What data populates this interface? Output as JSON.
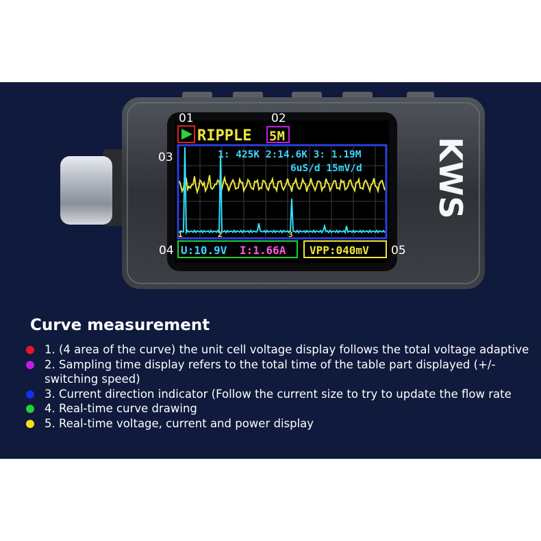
{
  "device": {
    "brand_logo": "KWS",
    "callouts": [
      "01",
      "02",
      "03",
      "04",
      "05"
    ],
    "screen": {
      "mode_label": "RIPPLE",
      "sample_label": "5M",
      "freq_readout": "1: 425K 2:14.6K 3: 1.19M",
      "scale_readout": "6uS/d 15mV/d",
      "voltage_readout": "U:10.9V",
      "current_readout": "I:1.66A",
      "vpp_readout": "VPP:040mV",
      "markers": [
        "1",
        "2",
        "3"
      ]
    }
  },
  "section": {
    "title": "Curve measurement",
    "items": [
      {
        "text": "1. (4 area of the curve) the unit cell voltage display follows the total voltage adaptive",
        "color": "#e8142a"
      },
      {
        "text": "2. Sampling time display refers to the total time of the table part displayed (+/- switching speed)",
        "color": "#c21ce6"
      },
      {
        "text": "3. Current direction indicator (Follow the current size to try to update the flow rate",
        "color": "#1430e8"
      },
      {
        "text": "4. Real-time curve drawing",
        "color": "#21d13a"
      },
      {
        "text": "5. Real-time voltage, current and power display",
        "color": "#f2e21a"
      }
    ]
  },
  "colors": {
    "panel": "#0f1a3c",
    "trace": "#f0e63a",
    "spikes": "#2fe0ff",
    "readout_text": "#3ad6ff"
  }
}
